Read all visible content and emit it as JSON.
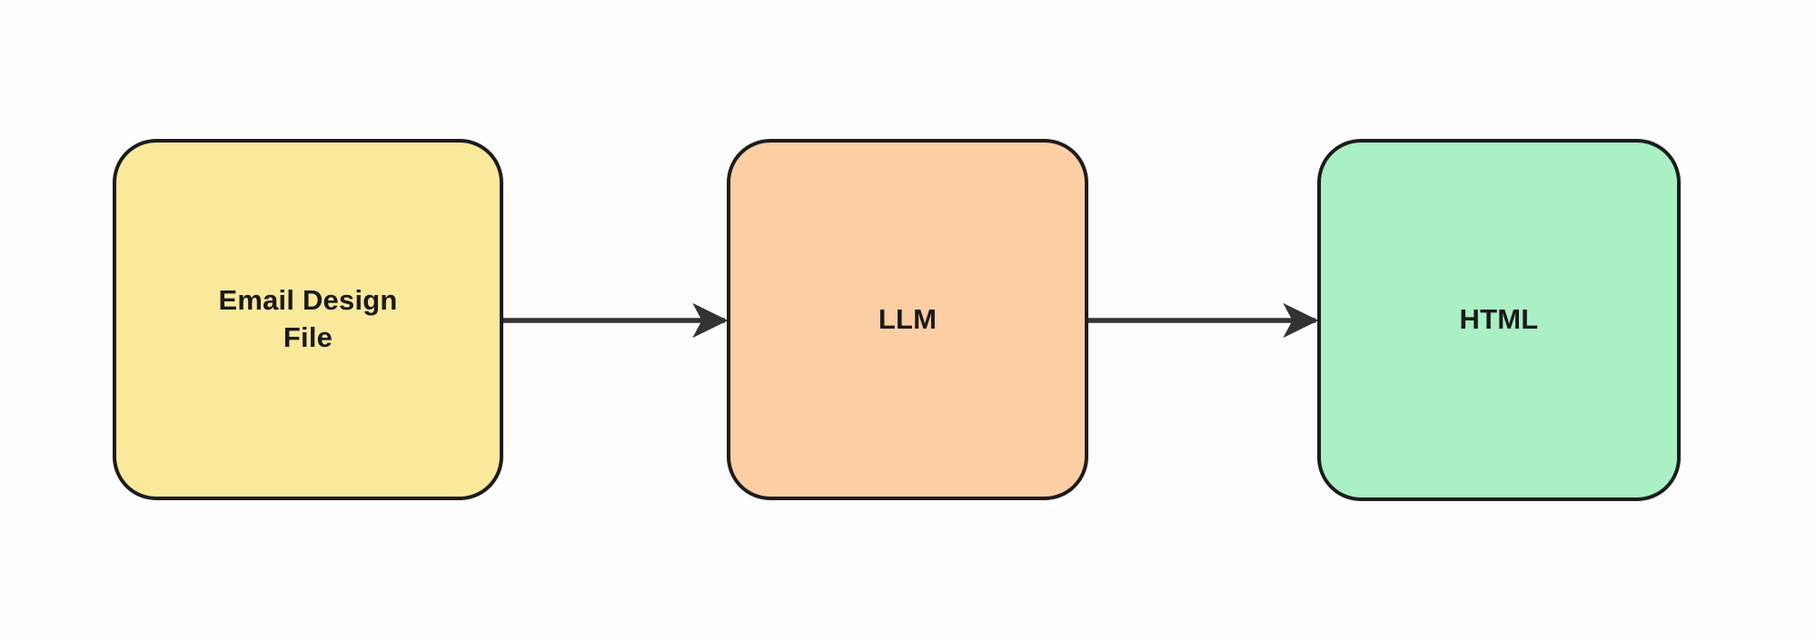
{
  "diagram": {
    "title": "Email Design File to HTML pipeline",
    "type": "flowchart",
    "direction": "left-to-right",
    "background_color": "#fdfdfd",
    "node_border_color": "#1c1c1c",
    "edge_color": "#333333",
    "text_color": "#1a1a1a",
    "nodes": [
      {
        "id": "email-design-file",
        "label": "Email Design\nFile",
        "fill_color": "#fae89b",
        "shape": "rounded-rectangle"
      },
      {
        "id": "llm",
        "label": "LLM",
        "fill_color": "#fbcfa3",
        "shape": "rounded-rectangle"
      },
      {
        "id": "html",
        "label": "HTML",
        "fill_color": "#a9f0c5",
        "shape": "rounded-rectangle"
      }
    ],
    "edges": [
      {
        "id": "edge-email-to-llm",
        "from": "email-design-file",
        "to": "llm",
        "label": "",
        "arrowhead": "filled-barb"
      },
      {
        "id": "edge-llm-to-html",
        "from": "llm",
        "to": "html",
        "label": "",
        "arrowhead": "filled-barb"
      }
    ]
  }
}
